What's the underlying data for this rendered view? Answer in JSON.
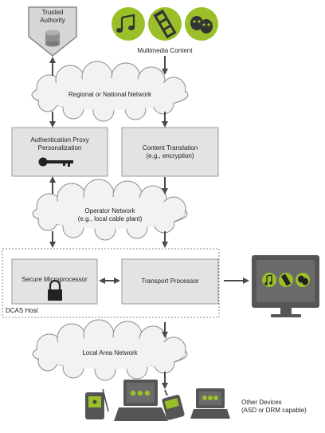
{
  "trusted_authority": {
    "line1": "Trusted",
    "line2": "Authority"
  },
  "multimedia": {
    "label": "Multimedia Content",
    "icons": [
      "music-note-icon",
      "film-strip-icon",
      "theater-masks-icon"
    ]
  },
  "regional_network": {
    "label": "Regional or National Network"
  },
  "auth_proxy": {
    "line1": "Authentication Proxy",
    "line2": "Personalization",
    "icon": "key-icon"
  },
  "content_translation": {
    "line1": "Content Translation",
    "line2": "(e.g., encryption)"
  },
  "operator_network": {
    "line1": "Operator Network",
    "line2": "(e.g., local cable plant)"
  },
  "secure_microprocessor": {
    "label": "Secure Microprocessor",
    "icon": "padlock-icon"
  },
  "transport_processor": {
    "label": "Transport Processor"
  },
  "dcas_host": {
    "label": "DCAS Host"
  },
  "local_area_network": {
    "label": "Local Area Network"
  },
  "other_devices": {
    "line1": "Other Devices",
    "line2": "(ASD or DRM capable)",
    "icons": [
      "pda-icon",
      "laptop-icon",
      "mobile-phone-icon",
      "portable-player-icon"
    ]
  },
  "colors": {
    "accent_green": "#9bbf29",
    "box_fill": "#e3e3e3",
    "box_stroke": "#9a9a9a",
    "cloud_fill": "#f2f2f2",
    "dark_gray": "#555555",
    "arrow": "#4a4a4a"
  }
}
